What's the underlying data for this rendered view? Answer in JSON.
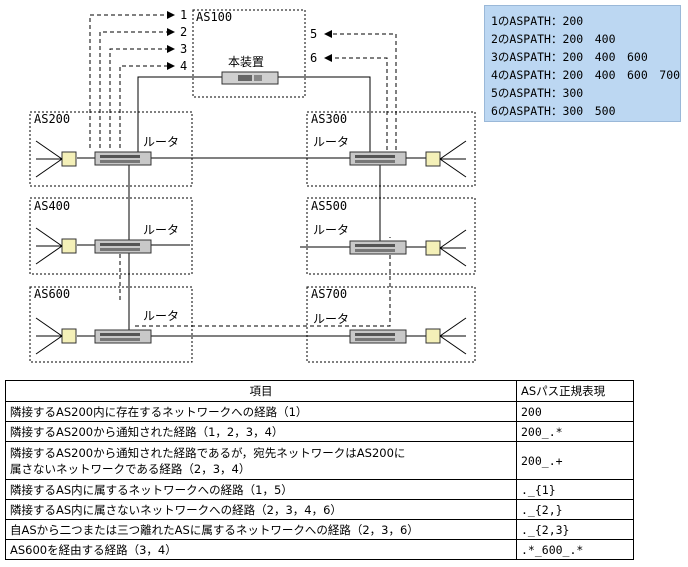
{
  "diagram": {
    "as_labels": [
      "AS100",
      "AS200",
      "AS300",
      "AS400",
      "AS500",
      "AS600",
      "AS700"
    ],
    "device_label": "本装置",
    "router_label": "ルータ",
    "route_numbers": [
      "1",
      "2",
      "3",
      "4",
      "5",
      "6"
    ]
  },
  "aspath_list": [
    "1のASPATH：200",
    "2のASPATH：200　400",
    "3のASPATH：200　400　600",
    "4のASPATH：200　400　600　700",
    "5のASPATH：300",
    "6のASPATH：300　500"
  ],
  "table": {
    "headers": [
      "項目",
      "ASパス正規表現"
    ],
    "rows": [
      {
        "item": "隣接するAS200内に存在するネットワークへの経路（1）",
        "pattern": "200"
      },
      {
        "item": "隣接するAS200から通知された経路（1，2，3，4）",
        "pattern": "200_.*"
      },
      {
        "item_line1": "隣接するAS200から通知された経路であるが，宛先ネットワークはAS200に",
        "item_line2": "属さないネットワークである経路（2，3，4）",
        "pattern": "200_.+"
      },
      {
        "item": "隣接するAS内に属するネットワークへの経路（1，5）",
        "pattern": "._{1}"
      },
      {
        "item": "隣接するAS内に属さないネットワークへの経路（2，3，4，6）",
        "pattern": "._{2,}"
      },
      {
        "item": "自ASから二つまたは三つ離れたASに属するネットワークへの経路（2，3，6）",
        "pattern": "._{2,3}"
      },
      {
        "item": "AS600を経由する経路（3，4）",
        "pattern": ".*_600_.*"
      }
    ]
  }
}
